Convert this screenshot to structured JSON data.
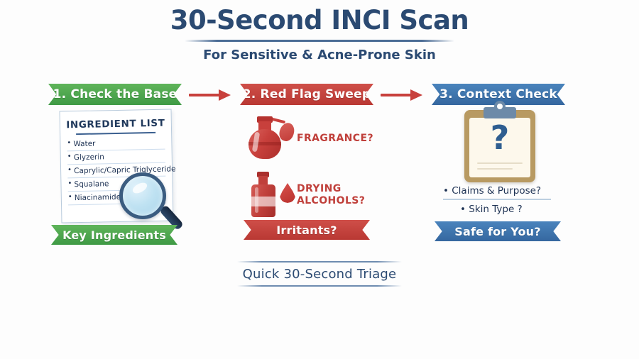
{
  "header": {
    "title": "30-Second INCI Scan",
    "subtitle": "For Sensitive & Acne-Prone Skin"
  },
  "steps": [
    {
      "label": "1. Check the Base",
      "color": "#3f9a45"
    },
    {
      "label": "2. Red Flag Sweep",
      "color": "#c8403c"
    },
    {
      "label": "3. Context Check",
      "color": "#3e78b2"
    }
  ],
  "arrows": {
    "color": "#c8403c",
    "count": 2
  },
  "column1": {
    "card_title": "INGREDIENT LIST",
    "ingredients": [
      "Water",
      "Glyzerin",
      "Caprylic/Capric Triglyceride",
      "Squalane",
      "Niacinamide"
    ],
    "magnifier_icon": "magnifying-glass-icon",
    "footer_banner": "Key Ingredients"
  },
  "column2": {
    "flags": [
      {
        "icon": "perfume-bottle-icon",
        "label": "FRAGRANCE?"
      },
      {
        "icon": "alcohol-bottle-icon",
        "label": "DRYING\nALCOHOLS?"
      }
    ],
    "flag_label_0": "FRAGRANCE?",
    "flag_label_1_line1": "DRYING",
    "flag_label_1_line2": "ALCOHOLS?",
    "footer_banner": "Irritants?"
  },
  "column3": {
    "clipboard_icon": "clipboard-question-icon",
    "question_mark": "?",
    "items": [
      "• Claims & Purpose?",
      "• Skin Type ?"
    ],
    "footer_banner": "Safe for You?"
  },
  "footer": {
    "text": "Quick 30-Second Triage"
  }
}
